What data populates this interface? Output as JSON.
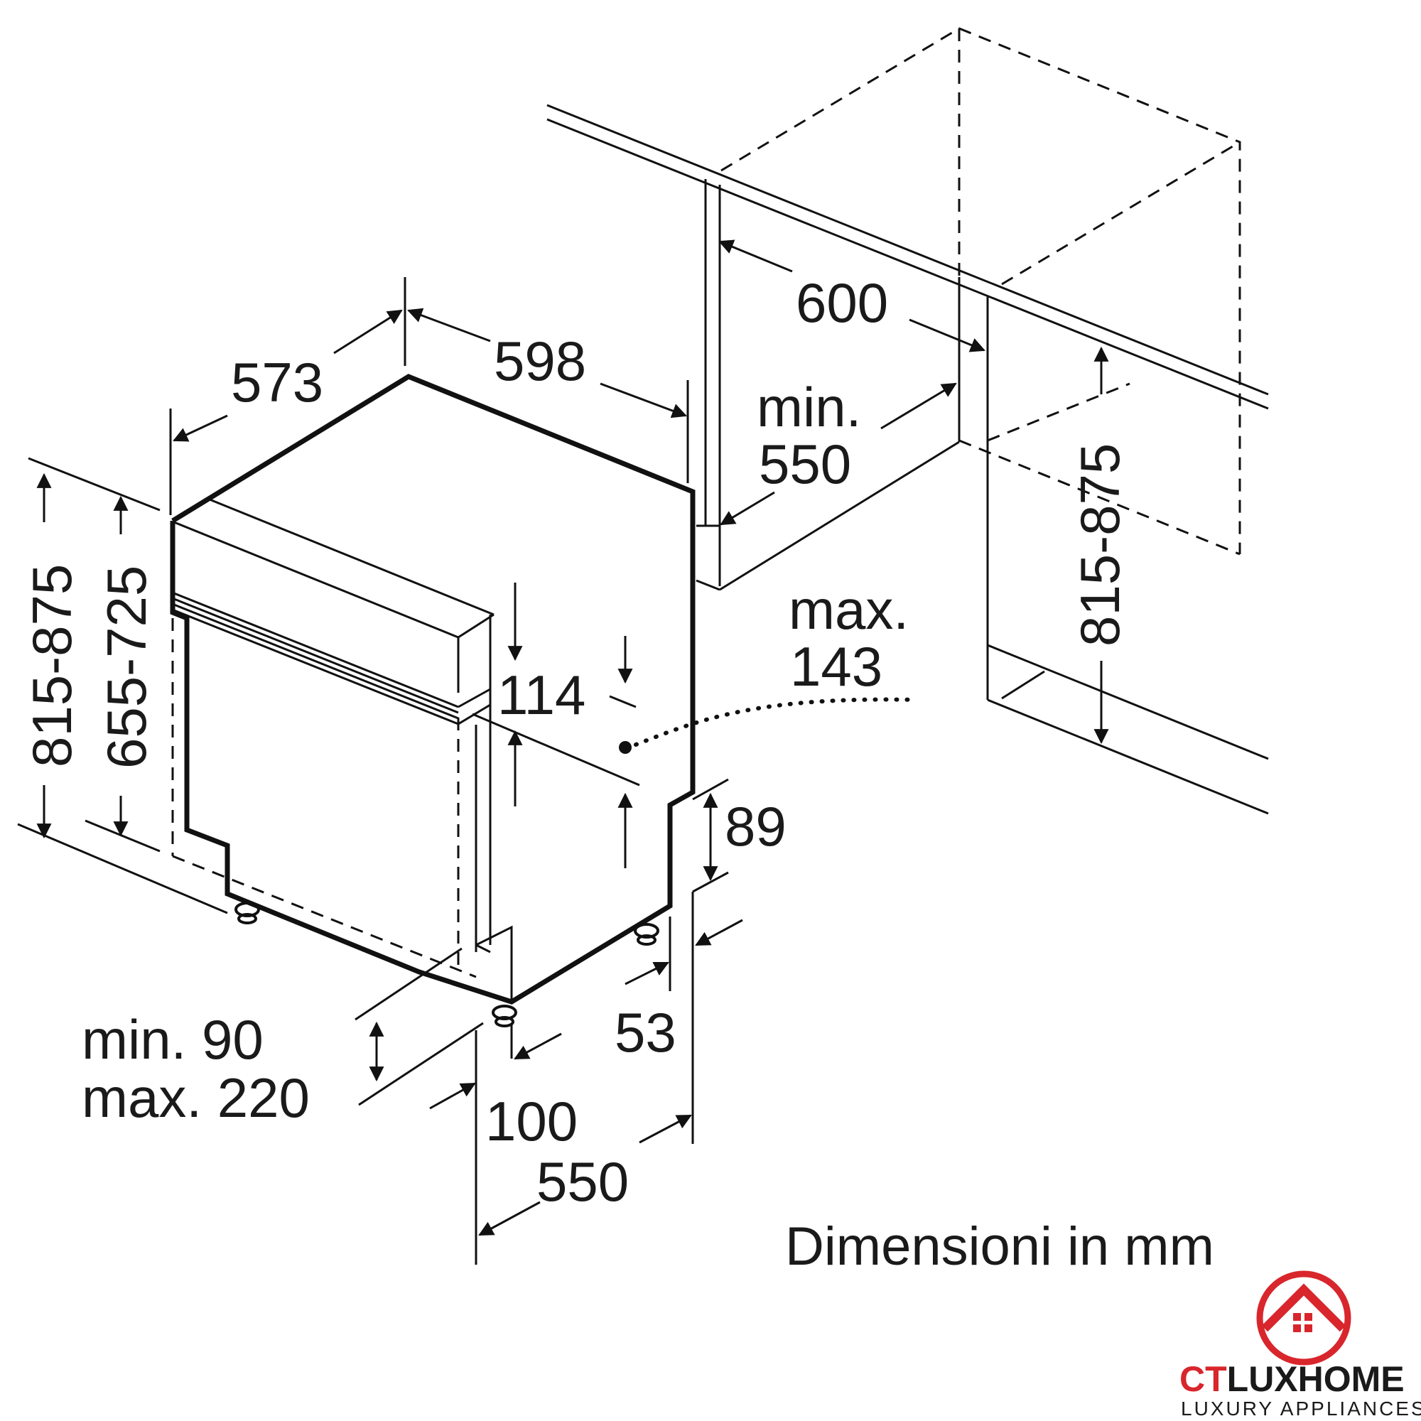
{
  "dimensions": {
    "width_598": "598",
    "depth_573": "573",
    "niche_width_600": "600",
    "niche_depth_min_label": "min.",
    "niche_depth_min_value": "550",
    "height_outer": "815-875",
    "height_inner": "655-725",
    "niche_height": "815-875",
    "panel_114": "114",
    "max_label": "max.",
    "max_value": "143",
    "plinth_89": "89",
    "foot_53": "53",
    "plinth_min_max_line1": "min. 90",
    "plinth_min_max_line2": "max. 220",
    "setback_100": "100",
    "depth_550": "550"
  },
  "caption": "Dimensioni in mm",
  "logo": {
    "name_part1": "CT",
    "name_part2": "LUXH",
    "name_part3": "OME",
    "tagline": "LUXURY APPLIANCES",
    "brand_red": "#d8262c"
  }
}
